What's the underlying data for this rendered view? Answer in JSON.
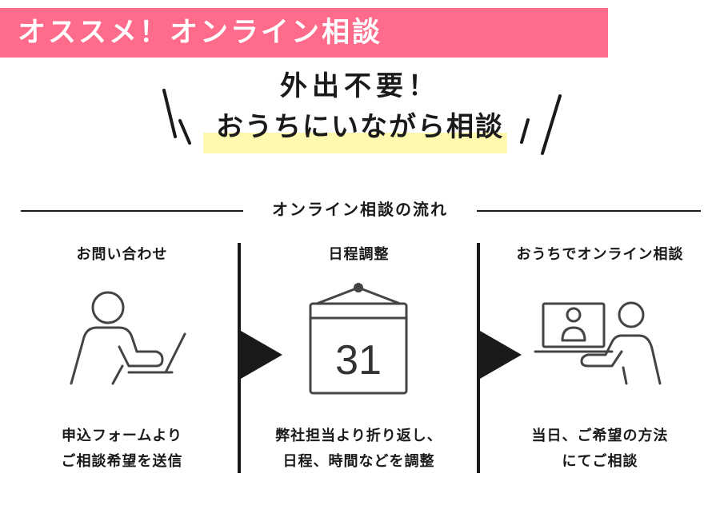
{
  "banner": {
    "title": "オススメ！オンライン相談",
    "color": "#ff6b8a"
  },
  "headline": {
    "line1": "外出不要！",
    "line2": "おうちにいながら相談",
    "highlight_color": "#fff9b0"
  },
  "flow": {
    "title": "オンライン相談の流れ",
    "steps": [
      {
        "title": "お問い合わせ",
        "desc_line1": "申込フォームより",
        "desc_line2": "ご相談希望を送信",
        "icon": "person-laptop-icon"
      },
      {
        "title": "日程調整",
        "desc_line1": "弊社担当より折り返し、",
        "desc_line2": "日程、時間などを調整",
        "icon": "calendar-icon",
        "calendar_day": "31"
      },
      {
        "title": "おうちでオンライン相談",
        "desc_line1": "当日、ご希望の方法",
        "desc_line2": "にてご相談",
        "icon": "video-call-icon"
      }
    ]
  }
}
